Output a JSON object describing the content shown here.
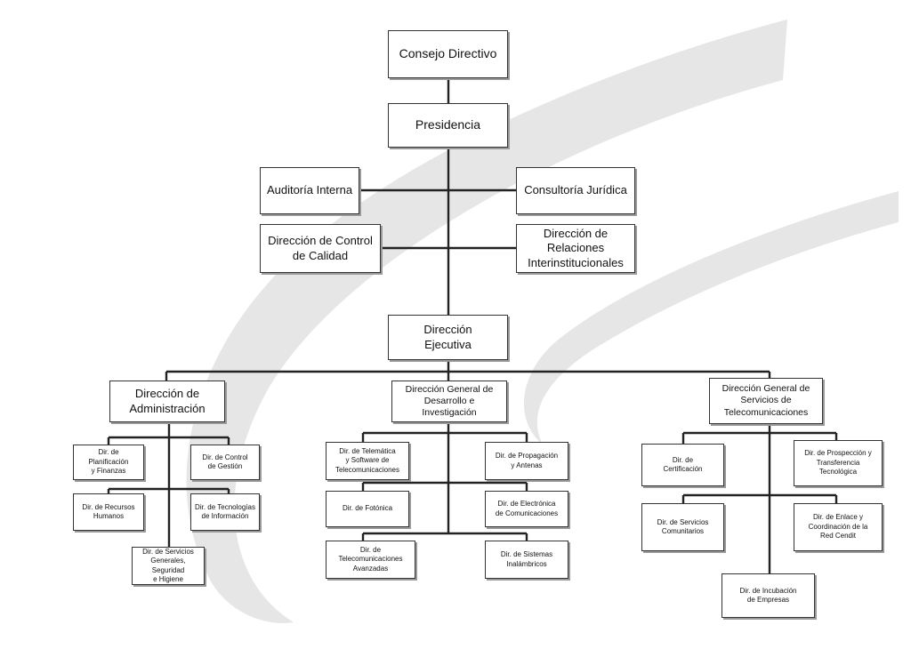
{
  "org": {
    "consejo": "Consejo Directivo",
    "presidencia": "Presidencia",
    "auditoria": "Auditoría Interna",
    "consultoria": "Consultoría Jurídica",
    "control_calidad": "Dirección de Control\nde Calidad",
    "relaciones": "Dirección de\nRelaciones\nInterinstitucionales",
    "ejecutiva": "Dirección\nEjecutiva",
    "administracion": {
      "title": "Dirección de\nAdministración",
      "planificacion": "Dir. de Planificación\ny Finanzas",
      "control_gestion": "Dir. de Control\nde Gestión",
      "recursos_humanos": "Dir. de Recursos\nHumanos",
      "tecnologias_info": "Dir. de Tecnologías\nde Información",
      "servicios_generales": "Dir. de Servicios\nGenerales, Seguridad\ne Higiene"
    },
    "desarrollo": {
      "title": "Dirección General de\nDesarrollo e Investigación",
      "telematica": "Dir. de Telemática\ny Software de\nTelecomunicaciones",
      "propagacion": "Dir. de Propagación\ny Antenas",
      "fotonica": "Dir. de Fotónica",
      "electronica": "Dir. de Electrónica\nde Comunicaciones",
      "telecom_avanzadas": "Dir. de\nTelecomunicaciones\nAvanzadas",
      "sistemas_inalambricos": "Dir. de Sistemas\nInalámbricos"
    },
    "servicios": {
      "title": "Dirección General de\nServicios de\nTelecomunicaciones",
      "certificacion": "Dir. de\nCertificación",
      "prospeccion": "Dir. de Prospección y\nTransferencia\nTecnológica",
      "servicios_comunitarios": "Dir. de Servicios\nComunitarios",
      "enlace": "Dir. de Enlace y\nCoordinación de la\nRed Cendit",
      "incubacion": "Dir. de Incubación\nde Empresas"
    }
  }
}
